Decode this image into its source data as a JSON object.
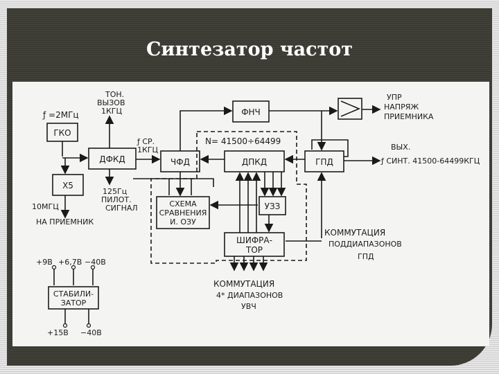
{
  "slide": {
    "title": "Синтезатор частот"
  },
  "diagram": {
    "blocks": {
      "gko": "ГКО",
      "x5": "Х5",
      "dfkd": "ДФКД",
      "chfd": "ЧФД",
      "dpkd": "ДПКД",
      "fnch": "ФНЧ",
      "gpd": "ГПД",
      "uzz": "УЗЗ",
      "scheme_line1": "СХЕМА",
      "scheme_line2": "СРАВНЕНИЯ",
      "scheme_line3": "И. ОЗУ",
      "shifrator_line1": "ШИФРА-",
      "shifrator_line2": "ТОР",
      "stab_line1": "СТАБИЛИ-",
      "stab_line2": "ЗАТОР"
    },
    "labels": {
      "f2mhz": "ƒ =2МГц",
      "ton1": "ТОН.",
      "ton2": "ВЫЗОВ",
      "ton3": "1КГЦ",
      "fsr1": "ƒ СР.",
      "fsr2": "1КГЦ",
      "n_range": "N= 41500÷64499",
      "pilot1": "125Гц",
      "pilot2": "ПИЛОТ.",
      "pilot3": "СИГНАЛ",
      "mhz10": "10МГЦ",
      "na_priemnik": "НА ПРИЕМНИК",
      "upr1": "УПР",
      "upr2": "НАПРЯЖ",
      "upr3": "ПРИЕМНИКА",
      "vyh": "ВЫХ.",
      "fsint": "ƒ СИНТ. 41500-64499КГЦ",
      "komm1_1": "КОММУТАЦИЯ",
      "komm1_2": "ПОДДИАПАЗОНОВ",
      "komm1_3": "ГПД",
      "komm2_1": "КОММУТАЦИЯ",
      "komm2_2": "4* ДИАПАЗОНОВ",
      "komm2_3": "УВЧ",
      "v9": "+9В",
      "v67": "+6,7В",
      "vm40top": "−40В",
      "v15": "+15В",
      "vm40bot": "−40В"
    }
  },
  "colors": {
    "background_stripes": "#d9d9d9",
    "panel": "#3a3a33",
    "title_text": "#ffffff",
    "scan_paper": "#f4f4f2",
    "ink": "#1a1a1a"
  }
}
